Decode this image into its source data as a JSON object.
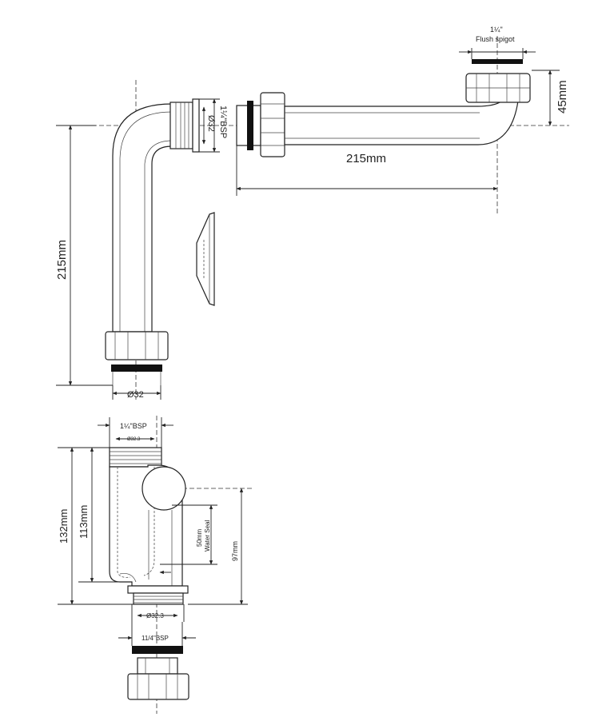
{
  "diagram": {
    "labels": {
      "flush_spigot_size": "1¼\"",
      "flush_spigot_name": "Flush spigot",
      "dim_45mm": "45mm",
      "dim_215mm_horizontal": "215mm",
      "dim_215mm_vertical": "215mm",
      "bend_thread": "1¼\"BSP",
      "bend_diameter": "Ø32",
      "tail_diameter": "Ø32",
      "trap_top_thread": "1¼\"BSP",
      "trap_top_diameter": "Ø32.3",
      "dim_132mm": "132mm",
      "dim_113mm": "113mm",
      "water_seal_1": "50mm",
      "water_seal_2": "Water Seal",
      "dim_97mm": "97mm",
      "trap_bottom_diameter": "Ø32.3",
      "trap_bottom_thread": "11/4\"BSP"
    }
  }
}
